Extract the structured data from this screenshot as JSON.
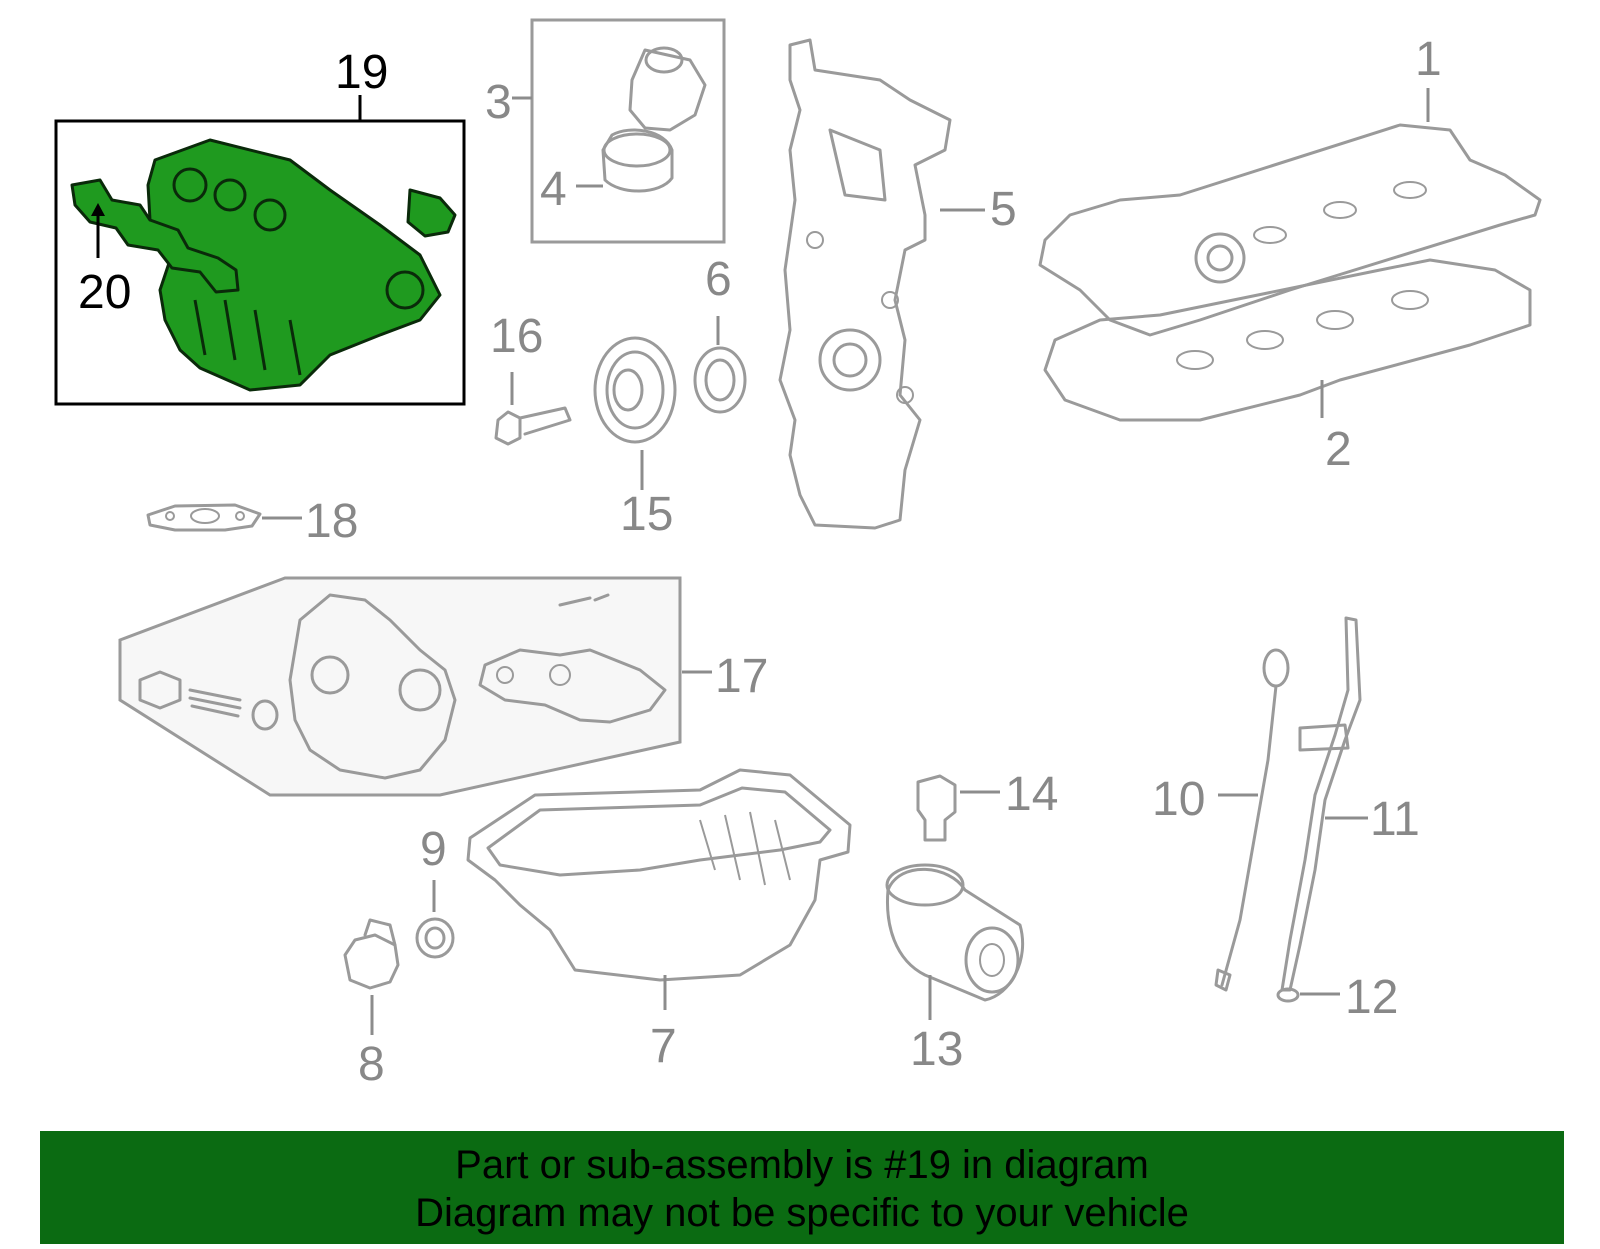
{
  "callouts": {
    "c1": "1",
    "c2": "2",
    "c3": "3",
    "c4": "4",
    "c5": "5",
    "c6": "6",
    "c7": "7",
    "c8": "8",
    "c9": "9",
    "c10": "10",
    "c11": "11",
    "c12": "12",
    "c13": "13",
    "c14": "14",
    "c15": "15",
    "c16": "16",
    "c17": "17",
    "c18": "18",
    "c19": "19",
    "c20": "20"
  },
  "banner": {
    "line1": "Part or sub-assembly is #19 in diagram",
    "line2": "Diagram may not be specific to your vehicle"
  },
  "colors": {
    "highlight": "#1f9a1f",
    "banner": "#0b6b12",
    "part_stroke": "#9a9a9a"
  }
}
